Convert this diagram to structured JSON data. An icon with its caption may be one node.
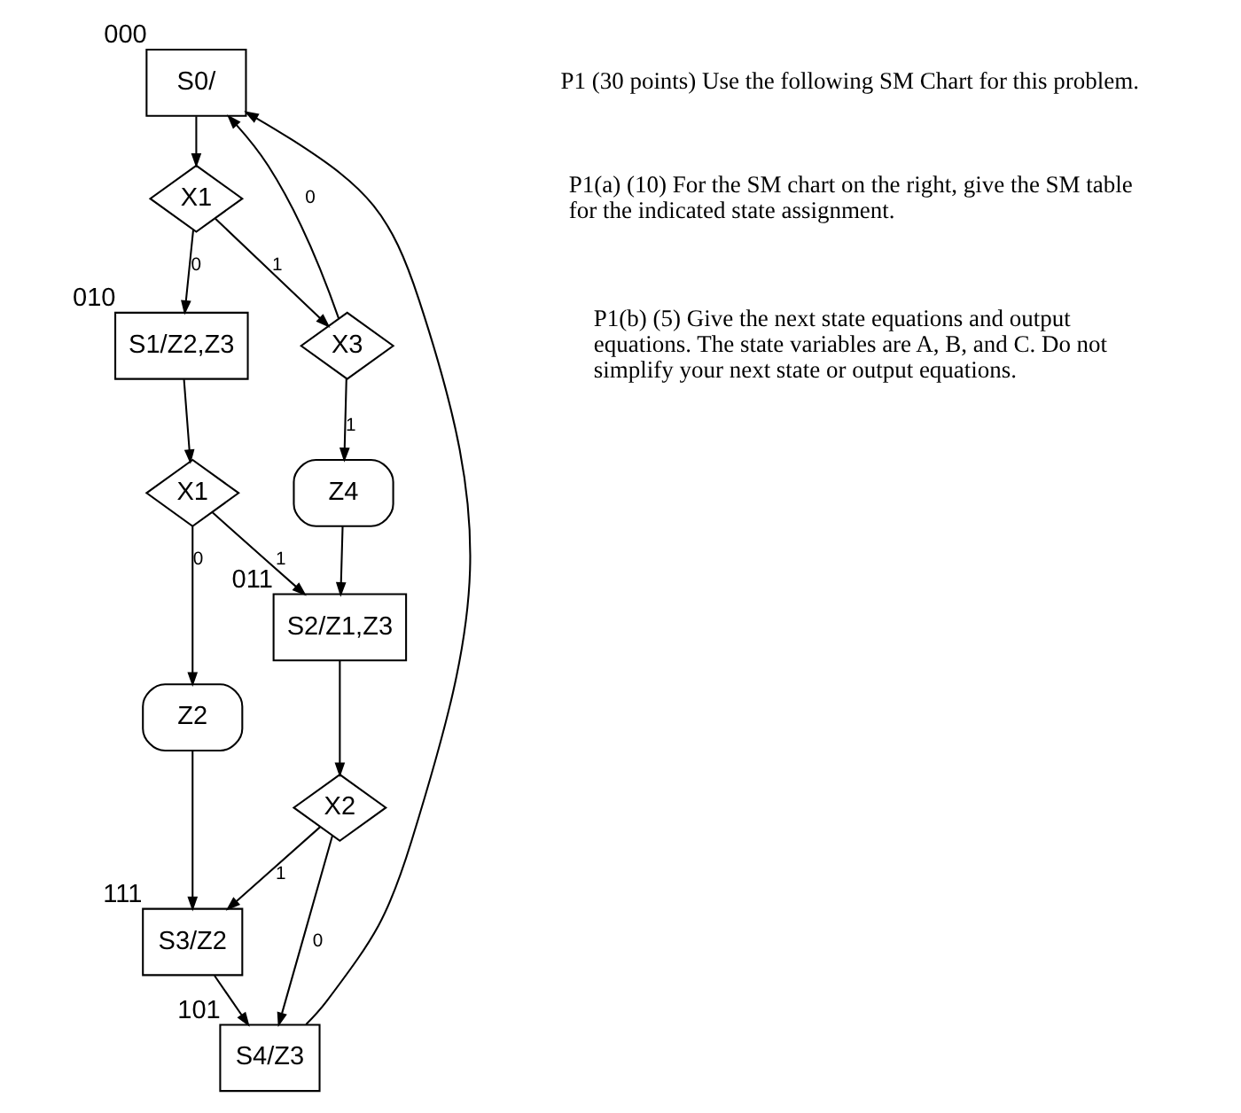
{
  "diagram": {
    "nodes": [
      {
        "text": [
          "S0/"
        ],
        "beside": [
          "000"
        ]
      },
      {
        "text": [
          "X1"
        ]
      },
      {
        "text": [
          "X3"
        ]
      },
      {
        "text": [
          "S1/Z2,Z3"
        ],
        "beside": [
          "010"
        ]
      },
      {
        "text": [
          "Z4"
        ]
      },
      {
        "text": [
          "X1"
        ]
      },
      {
        "text": [
          "Z2"
        ]
      },
      {
        "text": [
          "S2/Z1,Z3"
        ],
        "beside": [
          "011"
        ]
      },
      {
        "text": [
          "X2"
        ]
      },
      {
        "text": [
          "S3/Z2"
        ],
        "beside": [
          "111"
        ]
      },
      {
        "text": [
          "S4/Z3"
        ],
        "beside": [
          "101"
        ]
      }
    ],
    "edges": [
      {
        "from": 0,
        "to": 1,
        "arrow": "to"
      },
      {
        "from": 1,
        "to": 2,
        "arrow": "to",
        "label": "1"
      },
      {
        "from": 1,
        "to": 3,
        "arrow": "to",
        "label": "0"
      },
      {
        "from": 2,
        "to": 0,
        "arrow": "to",
        "label": "0"
      },
      {
        "from": 2,
        "to": 4,
        "arrow": "to",
        "label": "1"
      },
      {
        "from": 3,
        "to": 5,
        "arrow": "to"
      },
      {
        "from": 5,
        "to": 6,
        "arrow": "to",
        "label": "0"
      },
      {
        "from": 5,
        "to": 7,
        "arrow": "to",
        "label": "1"
      },
      {
        "from": 4,
        "to": 7,
        "arrow": "to"
      },
      {
        "from": 6,
        "to": 9,
        "arrow": "to"
      },
      {
        "from": 7,
        "to": 8,
        "arrow": "to"
      },
      {
        "from": 8,
        "to": 9,
        "arrow": "to",
        "label": "1"
      },
      {
        "from": 8,
        "to": 10,
        "arrow": "to",
        "label": "0"
      },
      {
        "from": 9,
        "to": 10,
        "arrow": "to"
      },
      {
        "from": 10,
        "to": 0,
        "arrow": "to"
      }
    ],
    "labels": [
      "P1 (30 points) Use the following SM Chart for this problem.",
      "P1(a) (10) For the SM chart on the right, give the SM table for the indicated state assignment.",
      "P1(b) (5) Give the next state equations and output equations. The state variables are A, B, and C. Do not simplify your next state or output equations."
    ]
  }
}
